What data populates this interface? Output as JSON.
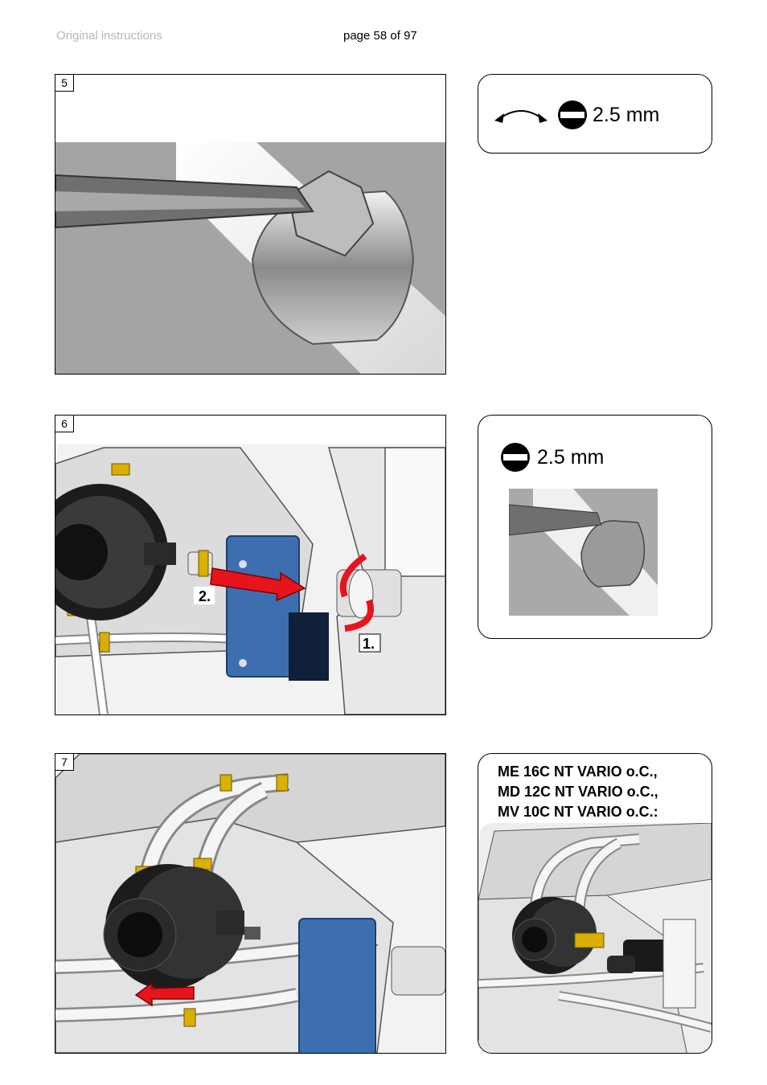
{
  "header": {
    "left_text": "Original instructions",
    "page_indicator": "page 58 of 97"
  },
  "steps": [
    {
      "number": "5"
    },
    {
      "number": "6",
      "labels": [
        "2.",
        "1."
      ]
    },
    {
      "number": "7"
    }
  ],
  "info_boxes": [
    {
      "size_text": "2.5 mm",
      "icons": [
        "rotate-arrow-icon",
        "flat-screwdriver-icon"
      ]
    },
    {
      "size_text": "2.5 mm",
      "icons": [
        "flat-screwdriver-icon"
      ]
    },
    {
      "model_lines": [
        "ME 16C NT VARIO o.C.,",
        "MD 12C NT VARIO o.C.,",
        "MV 10C NT VARIO o.C.:"
      ]
    }
  ],
  "colors": {
    "accent_red": "#e8141c",
    "bracket_blue": "#3d6fb0",
    "fitting_yellow": "#d9b000",
    "header_grey": "#b8b8b8"
  }
}
